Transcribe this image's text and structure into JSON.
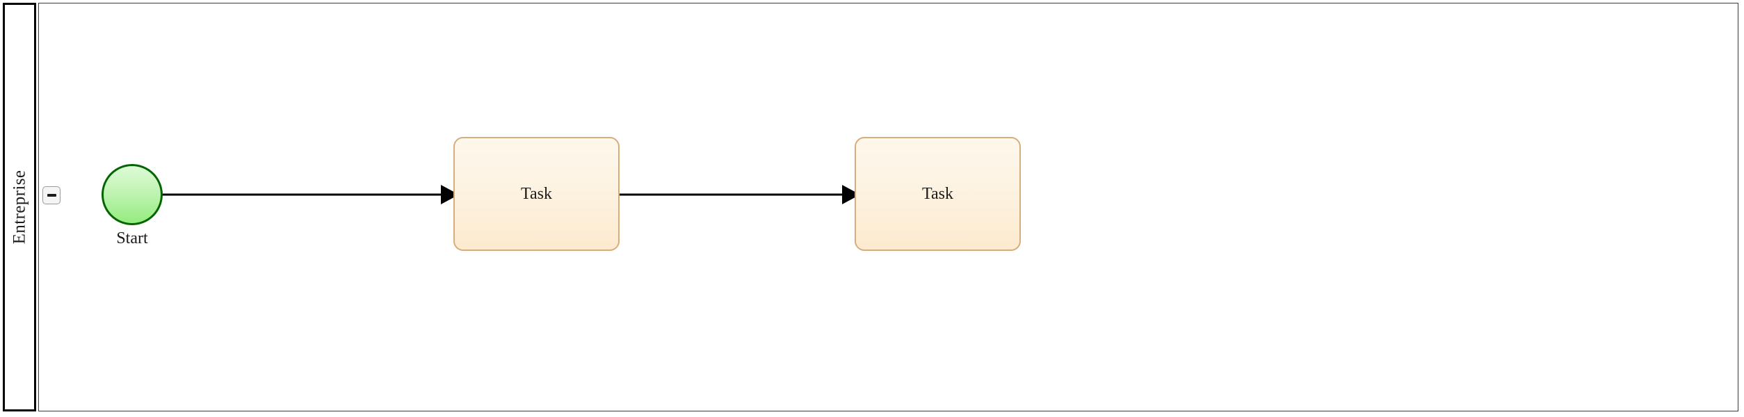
{
  "diagram": {
    "type": "bpmn-process",
    "title": "Entreprise",
    "background_color": "#ffffff"
  },
  "pool": {
    "lane": {
      "name": "Entreprise",
      "label_orientation": "vertical-bottom-to-top",
      "header_border_color": "#000000",
      "body_border_color": "#3a3a3a",
      "background_color": "#ffffff"
    },
    "collapse_toggle": {
      "state": "expanded",
      "glyph": "minus-icon",
      "tooltip": "Collapse",
      "border_color": "#9a9a9a",
      "fill_color": "#f5f5f5"
    }
  },
  "nodes": [
    {
      "id": "start-event",
      "shape": "circle",
      "bpmn_type": "start-event",
      "label": "Start",
      "label_position": "below",
      "border_color": "#026601",
      "fill_from": "#dcfbd6",
      "fill_to": "#95ec80"
    },
    {
      "id": "task-1",
      "shape": "rounded-rectangle",
      "bpmn_type": "task",
      "label": "Task",
      "label_position": "center",
      "border_color": "#d6ae7d",
      "fill_from": "#fdf7ec",
      "fill_to": "#fdeacf"
    },
    {
      "id": "task-2",
      "shape": "rounded-rectangle",
      "bpmn_type": "task",
      "label": "Task",
      "label_position": "center",
      "border_color": "#d6ae7d",
      "fill_from": "#fdf7ec",
      "fill_to": "#fdeacf"
    }
  ],
  "flows": [
    {
      "id": "flow-1",
      "from": "start-event",
      "to": "task-1",
      "style": "solid",
      "arrowhead": "filled-triangle",
      "color": "#000000"
    },
    {
      "id": "flow-2",
      "from": "task-1",
      "to": "task-2",
      "style": "solid",
      "arrowhead": "filled-triangle",
      "color": "#000000"
    }
  ]
}
